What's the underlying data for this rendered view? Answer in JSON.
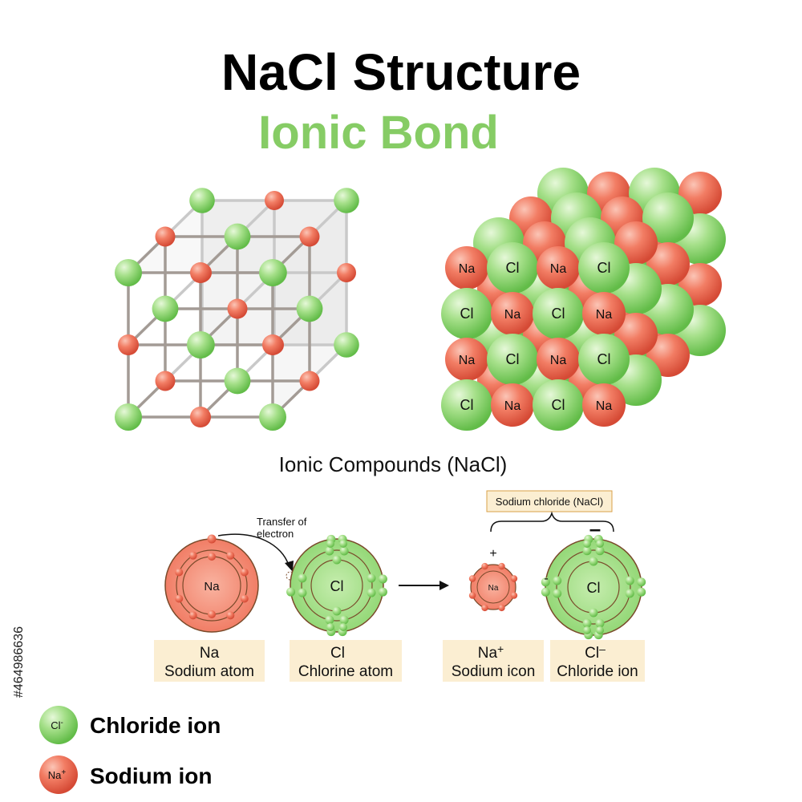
{
  "header": {
    "title": "NaCl Structure",
    "subtitle": "Ionic Bond"
  },
  "crystal": {
    "label_cl": "Cl",
    "label_na": "Na"
  },
  "ionic_section": {
    "caption": "Ionic Compounds (NaCl)",
    "transfer_line1": "Transfer of",
    "transfer_line2": "electron",
    "compound_label": "Sodium chloride (NaCl)",
    "plus_sign": "+",
    "minus_sign": "–",
    "electron_minus": "-",
    "sodium_atom": {
      "symbol": "Na",
      "label": "Sodium atom"
    },
    "chlorine_atom": {
      "symbol": "Cl",
      "label": "Chlorine atom"
    },
    "sodium_ion": {
      "symbol": "Na",
      "sup": "+",
      "label": "Sodium icon",
      "core": "Na"
    },
    "chloride_ion": {
      "symbol": "Cl",
      "sup": "–",
      "label": "Chloride ion",
      "core": "Cl"
    }
  },
  "legend": {
    "chloride": {
      "symbol": "Cl",
      "sup": "-",
      "label": "Chloride ion"
    },
    "sodium": {
      "symbol": "Na",
      "sup": "+",
      "label": "Sodium ion"
    }
  },
  "stock_id": "#464986636",
  "colors": {
    "green": "#8fd672",
    "green_dark": "#5fb845",
    "red": "#f07860",
    "red_dark": "#d9513c",
    "title_green": "#86cc65",
    "label_bg": "#fbeed2",
    "shell": "#7a4a2a"
  }
}
